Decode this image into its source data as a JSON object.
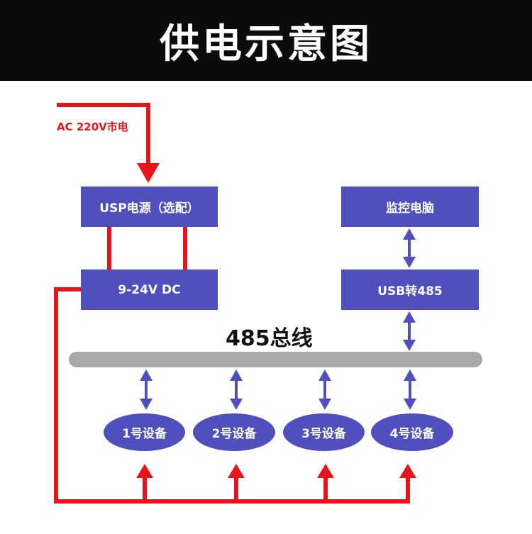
{
  "title": "供电示意图",
  "ac_label": "AC 220V市电",
  "ups_box": "USP电源（选配）",
  "dc_box": "9-24V DC",
  "pc_box": "监控电脑",
  "usb_box": "USB转485",
  "bus_label": "485总线",
  "devices": [
    "1号设备",
    "2号设备",
    "3号设备",
    "4号设备"
  ],
  "colors": {
    "title_bar": "#0b0b0b",
    "box": "#4f4fbd",
    "power_line": "#e8141b",
    "data_arrow": "#4f4fbd",
    "bus": "#a9a9a9"
  }
}
